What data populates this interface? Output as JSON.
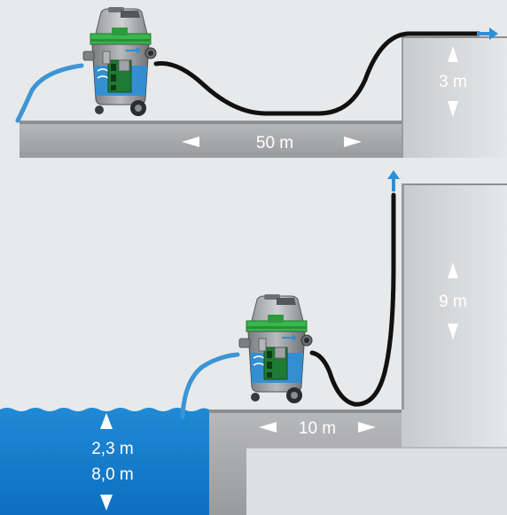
{
  "scene_top": {
    "horizontal_distance": "50 m",
    "vertical_lift": "3 m"
  },
  "scene_bottom": {
    "horizontal_distance": "10 m",
    "vertical_lift": "9 m",
    "suction_depth_min": "2,3 m",
    "suction_depth_max": "8,0 m"
  },
  "colors": {
    "background": "#e8e9ea",
    "wall_light": "#d9dadb",
    "wall_dark": "#b5b6b8",
    "ground_face": "#a8a9ab",
    "water": "#1a82cf",
    "hose_suction": "#3b95d6",
    "hose_discharge": "#111111",
    "arrow_blue": "#2a8fd8",
    "pump_green": "#36b84a",
    "pump_grey": "#8d8f93",
    "label_white": "#ffffff"
  },
  "icons": {
    "pump": "vacuum-pump-icon",
    "flow_arrow": "flow-arrow-icon",
    "dimension_arrow": "dimension-arrow-icon"
  }
}
